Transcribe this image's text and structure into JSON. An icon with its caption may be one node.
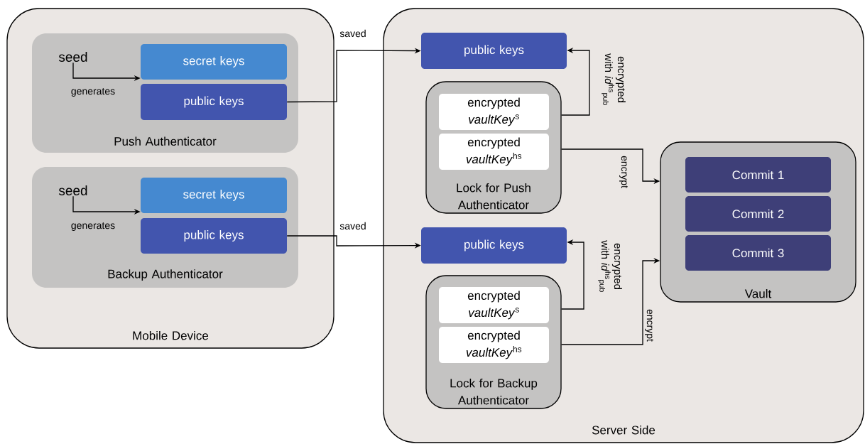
{
  "diagram": {
    "nodes": [
      {
        "text": [
          "Mobile Device"
        ]
      },
      {
        "text": [
          "Push Authenticator"
        ],
        "in": 0
      },
      {
        "text": [
          "seed"
        ],
        "in": 1
      },
      {
        "text": [
          "secret keys"
        ],
        "in": 1
      },
      {
        "text": [
          "public keys"
        ],
        "in": 1
      },
      {
        "text": [
          "Backup Authenticator"
        ],
        "in": 0
      },
      {
        "text": [
          "seed"
        ],
        "in": 5
      },
      {
        "text": [
          "secret keys"
        ],
        "in": 5
      },
      {
        "text": [
          "public keys"
        ],
        "in": 5
      },
      {
        "text": [
          "Server Side"
        ]
      },
      {
        "text": [
          "public keys"
        ],
        "in": 9
      },
      {
        "text": [
          "Lock for Push Authenticator"
        ],
        "in": 9
      },
      {
        "text": [
          "encrypted *vaultKey*$^{s}$"
        ],
        "in": 11
      },
      {
        "text": [
          "encrypted *vaultKey*$^{hs}$"
        ],
        "in": 11
      },
      {
        "text": [
          "Vault"
        ],
        "in": 9
      },
      {
        "text": [
          "Commit 1"
        ],
        "in": 14
      },
      {
        "text": [
          "Commit 2"
        ],
        "in": 14
      },
      {
        "text": [
          "Commit 3"
        ],
        "in": 14
      },
      {
        "text": [
          "public keys"
        ],
        "in": 9
      },
      {
        "text": [
          "Lock for Backup Authenticator"
        ],
        "in": 9
      },
      {
        "text": [
          "encrypted *vaultKey*$^{s}$"
        ],
        "in": 19
      },
      {
        "text": [
          "encrypted *vaultKey*$^{hs}$"
        ],
        "in": 19
      }
    ],
    "edges": [
      {
        "from": 2,
        "to": 3,
        "arrow": "to",
        "label": "generates"
      },
      {
        "from": 6,
        "to": 7,
        "arrow": "to",
        "label": "generates"
      },
      {
        "from": 4,
        "to": 10,
        "arrow": "to",
        "label": "saved"
      },
      {
        "from": 8,
        "to": 18,
        "arrow": "to",
        "label": "saved"
      },
      {
        "from": 11,
        "to": 10,
        "arrow": "to",
        "label": "encrypted with *id*$^{hs}$$_{pub}$"
      },
      {
        "from": 11,
        "to": 14,
        "arrow": "to",
        "label": "encrypt"
      },
      {
        "from": 19,
        "to": 18,
        "arrow": "to",
        "label": "encrypted with *id*$^{hs}$$_{pub}$"
      },
      {
        "from": 19,
        "to": 14,
        "arrow": "to",
        "label": "encrypt"
      }
    ]
  }
}
